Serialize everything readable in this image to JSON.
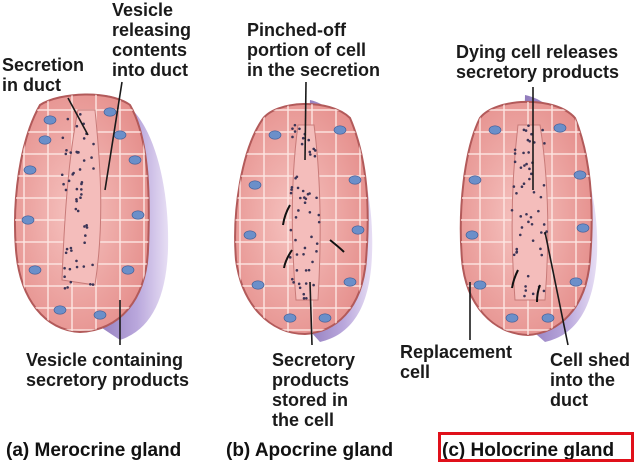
{
  "figure": {
    "panels": [
      {
        "id": "a",
        "caption": "(a) Merocrine gland"
      },
      {
        "id": "b",
        "caption": "(b) Apocrine gland"
      },
      {
        "id": "c",
        "caption": "(c) Holocrine gland"
      }
    ],
    "selected_panel": "c"
  },
  "labels": {
    "merocrine_secretion_in_duct": "Secretion\nin duct",
    "merocrine_vesicle_releasing": "Vesicle\nreleasing\ncontents\ninto duct",
    "merocrine_vesicle_containing": "Vesicle containing\nsecretory products",
    "apocrine_pinched_off": "Pinched-off\nportion of cell\nin the secretion",
    "apocrine_secretory_products": "Secretory\nproducts\nstored in\nthe cell",
    "holocrine_dying_cell": "Dying cell releases\nsecretory products",
    "holocrine_replacement": "Replacement\ncell",
    "holocrine_cell_shed": "Cell shed\ninto the\nduct"
  },
  "colors": {
    "gland_fill": "#f2a7a5",
    "gland_outline": "#b25a5a",
    "cell_border": "#fbe4e0",
    "nucleus": "#6b8fc9",
    "purple_base": "#9b86c4",
    "highlight": "#e0101a"
  }
}
